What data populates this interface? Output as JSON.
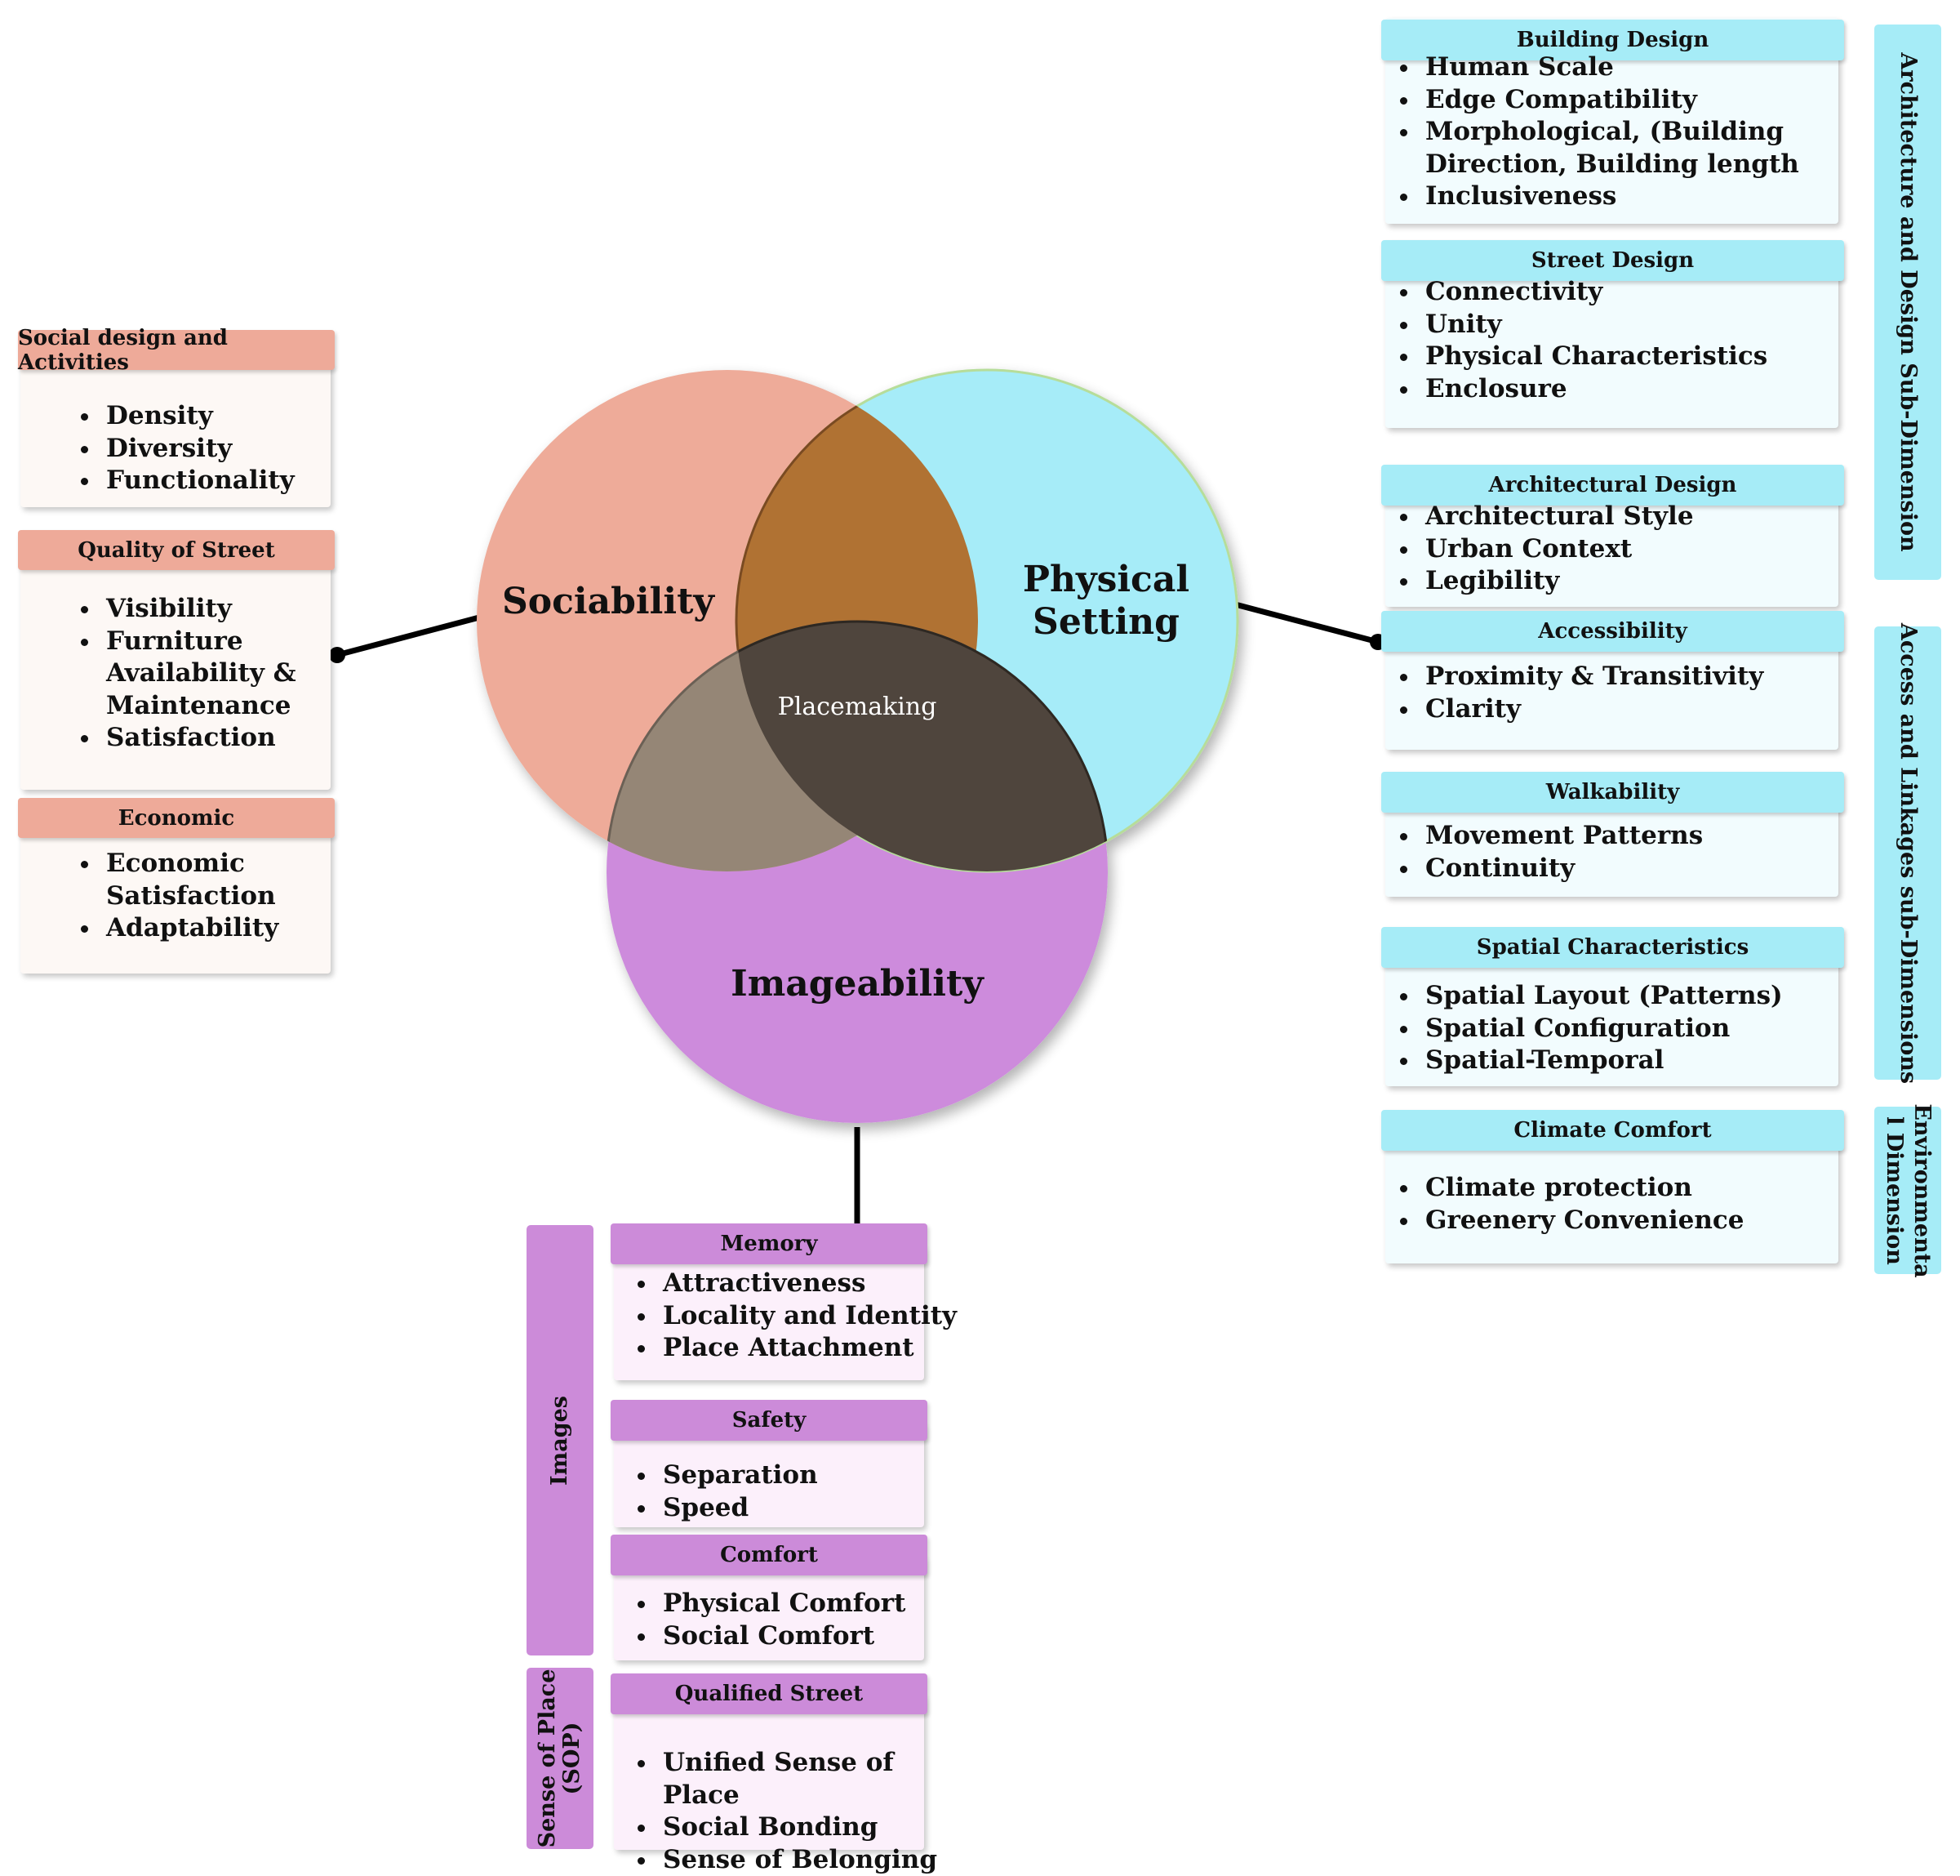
{
  "venn": {
    "sociability": "Sociability",
    "physical_setting": "Physical\nSetting",
    "imageability": "Imageability",
    "center": "Placemaking",
    "colors": {
      "sociability": "#eeab99",
      "physical_setting": "#a6ecf8",
      "imageability": "#cd8bdc",
      "overlap_social_physical": "#b07233",
      "overlap_social_image": "#958676",
      "overlap_physical_image": "#4f453d",
      "center": "#6f8f69"
    }
  },
  "left_groups": [
    {
      "title": "Social design and Activities",
      "items": [
        "Density",
        "Diversity",
        "Functionality"
      ]
    },
    {
      "title": "Quality of Street",
      "items": [
        "Visibility",
        "Furniture Availability & Maintenance",
        "Satisfaction"
      ]
    },
    {
      "title": "Economic",
      "items": [
        "Economic Satisfaction",
        "Adaptability"
      ]
    }
  ],
  "right_groups": [
    {
      "title": "Building Design",
      "items": [
        "Human Scale",
        "Edge Compatibility",
        "Morphological, (Building Direction, Building length",
        "Inclusiveness"
      ]
    },
    {
      "title": "Street Design",
      "items": [
        "Connectivity",
        "Unity",
        "Physical Characteristics",
        "Enclosure"
      ]
    },
    {
      "title": "Architectural Design",
      "items": [
        "Architectural Style",
        "Urban Context",
        "Legibility"
      ]
    },
    {
      "title": "Accessibility",
      "items": [
        "Proximity & Transitivity",
        "Clarity"
      ]
    },
    {
      "title": "Walkability",
      "items": [
        "Movement Patterns",
        "Continuity"
      ]
    },
    {
      "title": "Spatial Characteristics",
      "items": [
        "Spatial Layout (Patterns)",
        "Spatial Configuration",
        "Spatial-Temporal"
      ]
    },
    {
      "title": "Climate Comfort",
      "items": [
        "Climate protection",
        "Greenery Convenience"
      ]
    }
  ],
  "right_sidebars": [
    {
      "label": "Architecture and Design Sub-Dimension"
    },
    {
      "label": "Access and Linkages sub-Dimensions"
    },
    {
      "label": "Environmenta\nl Dimension"
    }
  ],
  "bottom_groups": [
    {
      "title": "Memory",
      "items": [
        "Attractiveness",
        "Locality and Identity",
        "Place Attachment"
      ]
    },
    {
      "title": "Safety",
      "items": [
        "Separation",
        "Speed"
      ]
    },
    {
      "title": "Comfort",
      "items": [
        "Physical Comfort",
        "Social Comfort"
      ]
    },
    {
      "title": "Qualified Street",
      "items": [
        "Unified Sense of Place",
        "Social Bonding",
        "Sense of Belonging"
      ]
    }
  ],
  "bottom_sidebars": [
    {
      "label": "Images"
    },
    {
      "label": "Sense of Place\n(SOP)"
    }
  ]
}
